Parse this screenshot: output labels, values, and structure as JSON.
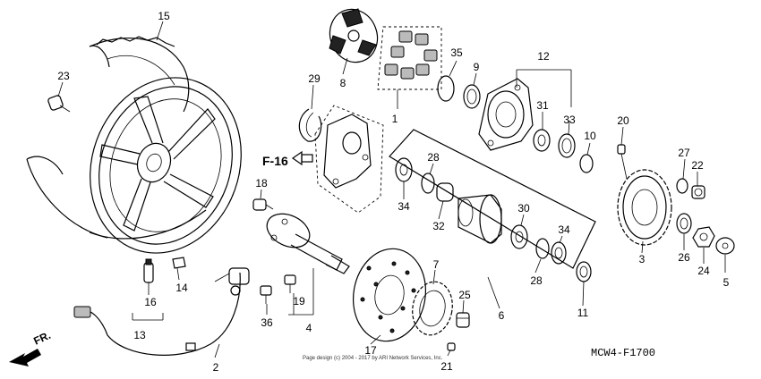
{
  "diagram": {
    "figure_code": "MCW4-F1700",
    "reference_label": "F-16",
    "direction_label": "FR.",
    "copyright": "Page design (c) 2004 - 2017 by ARI Network Services, Inc.",
    "callouts": [
      "1",
      "2",
      "3",
      "4",
      "5",
      "6",
      "7",
      "8",
      "9",
      "10",
      "11",
      "12",
      "13",
      "14",
      "15",
      "16",
      "17",
      "18",
      "19",
      "20",
      "21",
      "22",
      "23",
      "24",
      "25",
      "26",
      "27",
      "28",
      "28",
      "29",
      "30",
      "31",
      "32",
      "33",
      "34",
      "34",
      "35",
      "36"
    ]
  }
}
